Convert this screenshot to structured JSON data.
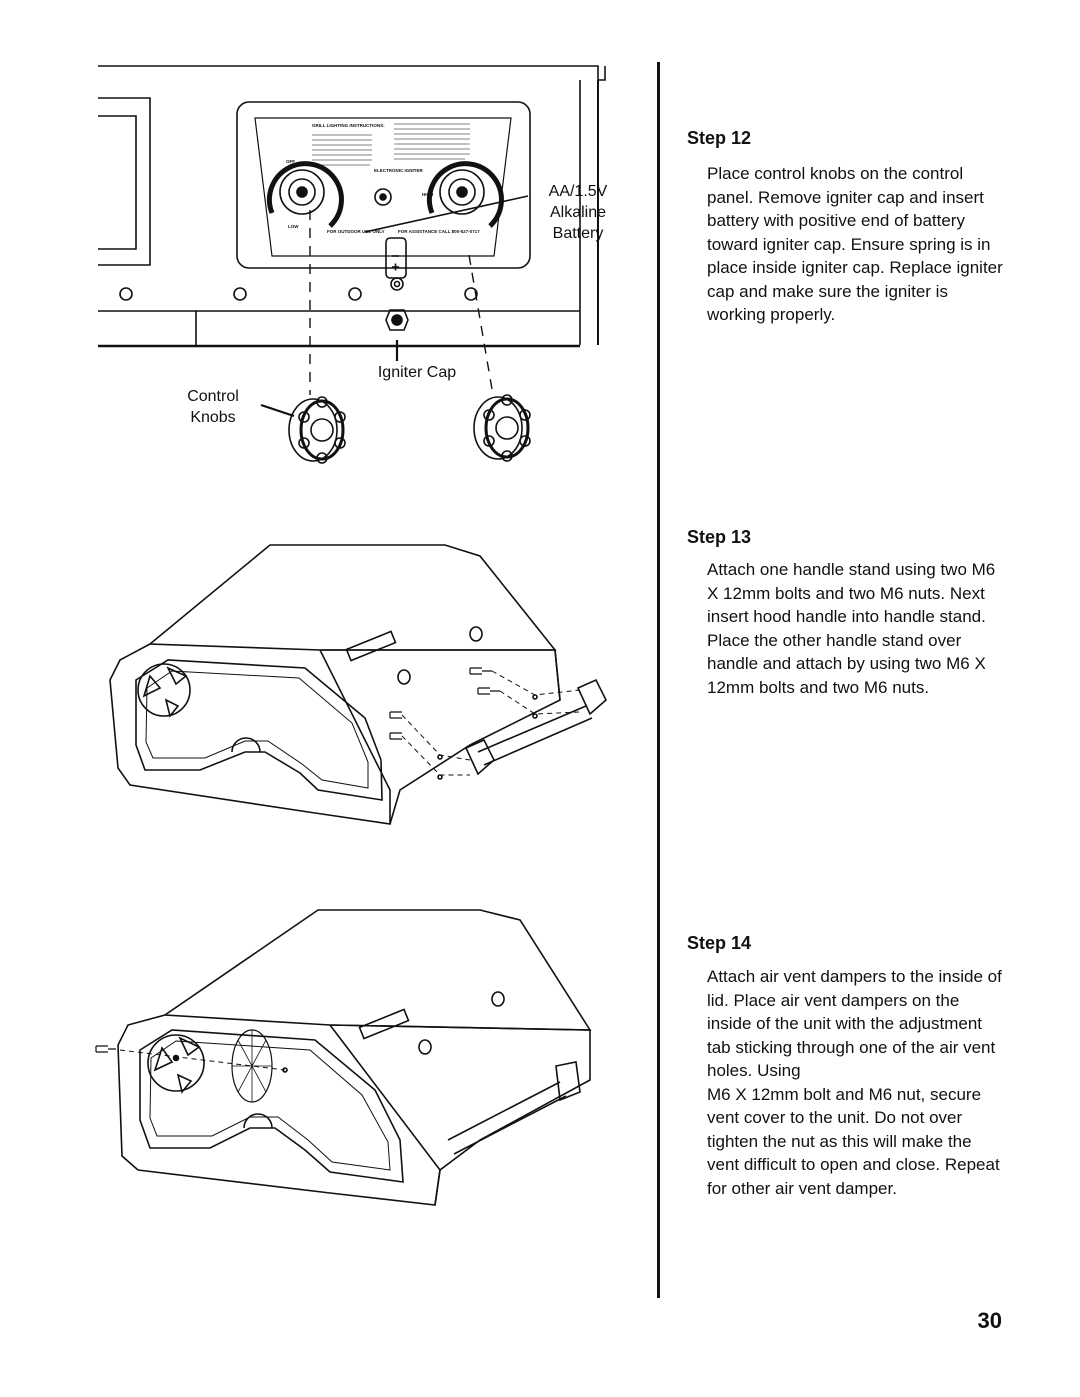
{
  "figures": {
    "control_panel": {
      "labels": {
        "battery_line1": "AA/1.5V",
        "battery_line2": "Alkaline",
        "battery_line3": "Battery",
        "igniter_cap": "Igniter Cap",
        "knobs_line1": "Control",
        "knobs_line2": "Knobs"
      },
      "panel_decal": {
        "instructions_heading": "GRILL LIGHTING INSTRUCTIONS:",
        "igniter_label": "ELECTRONIC IGNITER",
        "outdoor_label": "FOR OUTDOOR USE ONLY",
        "assistance_label": "FOR ASSISTANCE CALL 800-527-0717",
        "knob_off": "OFF",
        "knob_high": "HIGH",
        "knob_low": "LOW"
      }
    }
  },
  "steps": [
    {
      "heading": "Step 12",
      "text": "Place control knobs on the control panel. Remove igniter cap and insert battery with positive end of battery toward igniter cap. Ensure spring is in place inside igniter cap. Replace igniter cap and make sure the igniter is working properly."
    },
    {
      "heading": "Step 13",
      "text": "Attach one handle stand using two M6 X 12mm bolts and two M6 nuts. Next insert hood handle into handle stand. Place the other handle stand over handle and attach by using two M6 X 12mm bolts and two M6 nuts."
    },
    {
      "heading": "Step 14",
      "text_lines": [
        "Attach air vent dampers to the inside of lid. Place air vent dampers on the inside of the unit with the adjustment tab sticking through one of the air vent holes. Using",
        "M6 X 12mm bolt and M6 nut, secure vent cover to the unit. Do not over tighten the nut as this will make the vent difficult to open and close. Repeat for other air vent damper."
      ]
    }
  ],
  "page_number": "30"
}
